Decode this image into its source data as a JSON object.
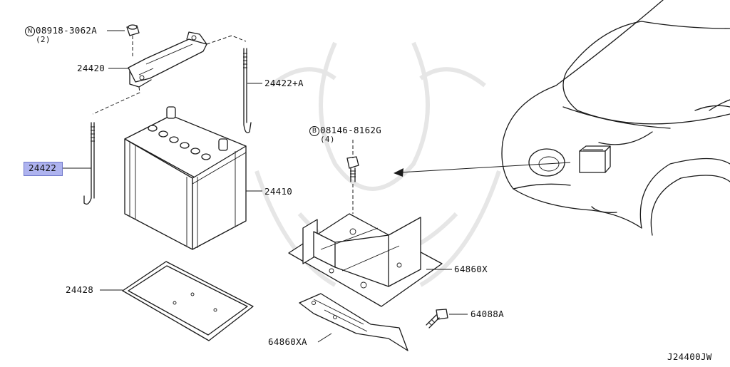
{
  "diagram": {
    "drawing_code": "J24400JW",
    "callouts": [
      {
        "id": "nut",
        "symbol": "N",
        "part": "08918-3062A",
        "qty": "(2)"
      },
      {
        "id": "hold-frame",
        "part": "24420"
      },
      {
        "id": "rod-a",
        "part": "24422+A"
      },
      {
        "id": "rod",
        "part": "24422",
        "highlighted": true
      },
      {
        "id": "bolt",
        "symbol": "B",
        "part": "08146-8162G",
        "qty": "(4)"
      },
      {
        "id": "battery",
        "part": "24410"
      },
      {
        "id": "bracket",
        "part": "64860X"
      },
      {
        "id": "tray",
        "part": "24428"
      },
      {
        "id": "bolt-b",
        "part": "64088A"
      },
      {
        "id": "bracket-a",
        "part": "64860XA"
      }
    ],
    "highlight_color": "#aeb3ef"
  }
}
